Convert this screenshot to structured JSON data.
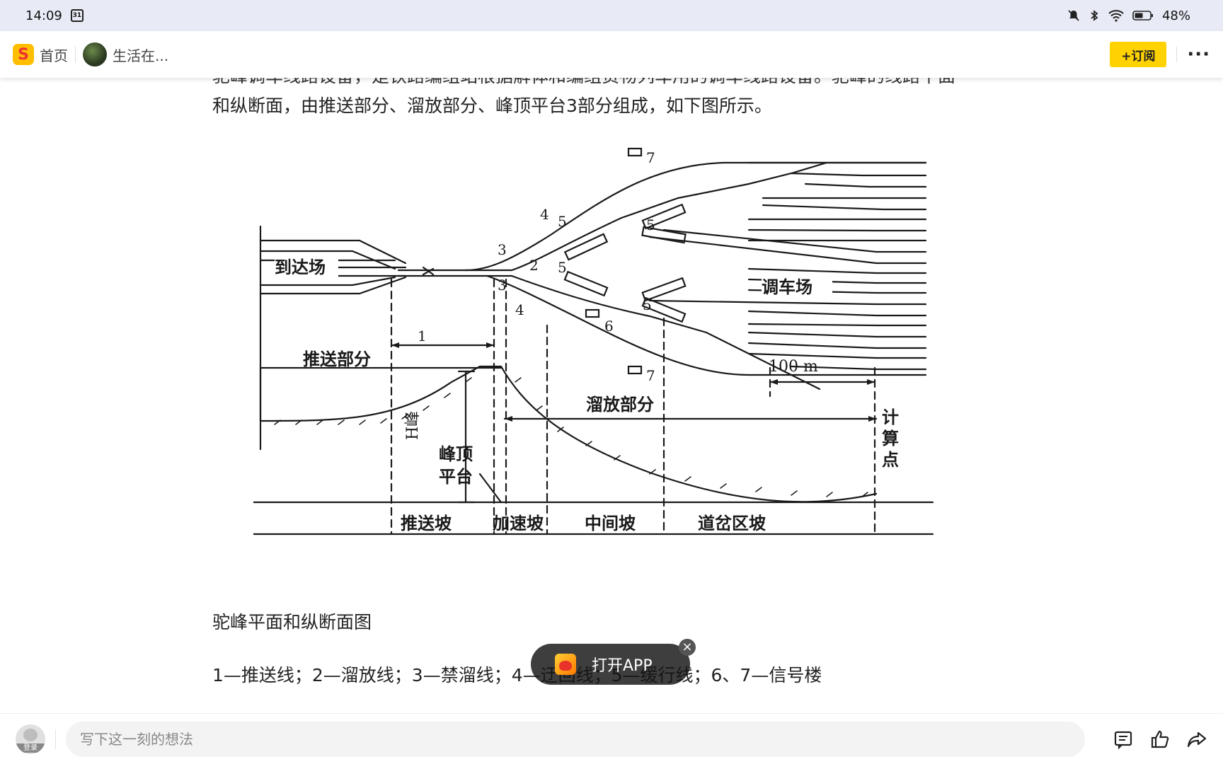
{
  "status_bar": {
    "time": "14:09",
    "calendar_day": "31",
    "battery": "48%"
  },
  "nav": {
    "home_label": "首页",
    "author": "生活在...",
    "subscribe_label": "+订阅",
    "more_label": "···"
  },
  "article": {
    "cut_line": "驼峰调车线路设备，是铁路编组站根据解体和编组货物列车用的调车线路设备。驼峰的线路平面",
    "line2": "和纵断面，由推送部分、溜放部分、峰顶平台3部分组成，如下图所示。",
    "caption": "驼峰平面和纵断面图",
    "legend": "1—推送线；2—溜放线；3—禁溜线；4—迂回线；5—缓行线；6、7—信号楼"
  },
  "diagram": {
    "arrival_yard": "到达场",
    "classification_yard": "调车场",
    "push_section": "推送部分",
    "release_section": "溜放部分",
    "distance_label": "100 m",
    "calc_point": "计算点",
    "hump_platform_1": "峰顶",
    "hump_platform_2": "平台",
    "height_label": "H峰",
    "segments": [
      "推送坡",
      "加速坡",
      "中间坡",
      "道岔区坡"
    ],
    "numbers": [
      "1",
      "2",
      "3",
      "3",
      "4",
      "4",
      "5",
      "5",
      "5",
      "5",
      "6",
      "7",
      "7"
    ]
  },
  "open_app": {
    "label": "打开APP"
  },
  "bottom": {
    "login_label": "登录",
    "comment_placeholder": "写下这一刻的想法"
  }
}
